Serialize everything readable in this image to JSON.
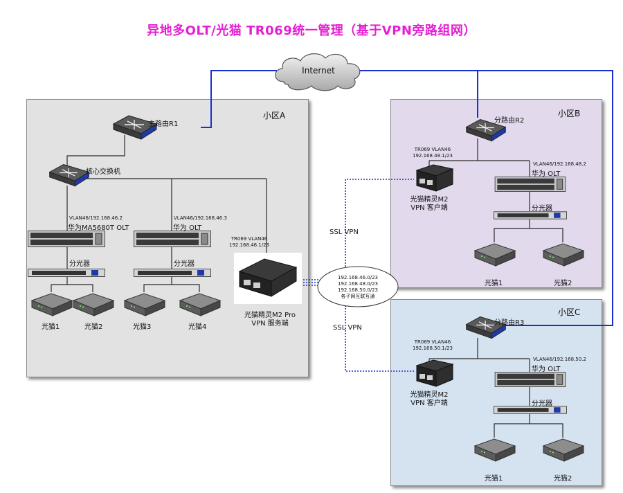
{
  "title": "异地多OLT/光猫 TR069统一管理（基于VPN旁路组网）",
  "colors": {
    "title": "#e51fd2",
    "internet_link": "#1a2fd0",
    "vpn_link": "#1a2fd0",
    "region_a": "#e2e2e2",
    "region_b": "#e2d9ec",
    "region_c": "#d5e2f0"
  },
  "cloud": {
    "label": "Internet",
    "icon": "cloud-icon"
  },
  "region_a": {
    "name": "小区A",
    "router": "主路由R1",
    "core_switch": "核心交换机",
    "olt1": {
      "vlan": "VLAN46/192.168.46.2",
      "name": "华为MA5680T OLT"
    },
    "olt2": {
      "vlan": "VLAN46/192.168.46.3",
      "name": "华为 OLT"
    },
    "splitter1": "分光器",
    "splitter2": "分光器",
    "modems": [
      "光猫1",
      "光猫2",
      "光猫3",
      "光猫4"
    ],
    "server": {
      "tr069": "TR069 VLAN46",
      "ip": "192.168.46.1/23",
      "name": "光猫精灵M2 Pro",
      "role": "VPN 服务端"
    }
  },
  "vpn": {
    "ssl_top": "SSL VPN",
    "ssl_bottom": "SSL VPN",
    "subnets": [
      "192.168.46.0/23",
      "192.168.48.0/23",
      "192.168.50.0/23",
      "各子网互联互通"
    ]
  },
  "region_b": {
    "name": "小区B",
    "router": "分路由R2",
    "client": {
      "tr069": "TR069 VLAN46",
      "ip": "192.168.48.1/23",
      "name": "光猫精灵M2",
      "role": "VPN 客户端"
    },
    "olt": {
      "vlan": "VLAN46/192.168.48.2",
      "name": "华为 OLT"
    },
    "splitter": "分光器",
    "modems": [
      "光猫1",
      "光猫2"
    ]
  },
  "region_c": {
    "name": "小区C",
    "router": "分路由R3",
    "client": {
      "tr069": "TR069 VLAN46",
      "ip": "192.168.50.1/23",
      "name": "光猫精灵M2",
      "role": "VPN 客户端"
    },
    "olt": {
      "vlan": "VLAN46/192.168.50.2",
      "name": "华为 OLT"
    },
    "splitter": "分光器",
    "modems": [
      "光猫1",
      "光猫2"
    ]
  }
}
